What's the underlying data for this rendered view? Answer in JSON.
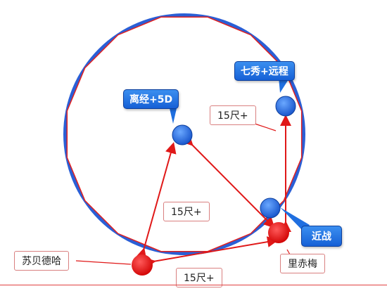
{
  "colors": {
    "blue_unit": "#1f6fe0",
    "red_unit": "#e01010",
    "arrow": "#e01818",
    "circle_fill": "#2a5fd6",
    "polygon_stroke": "#e02020",
    "callout_blue": "#2a7ae8"
  },
  "labels": {
    "li_jing": "离经+5D",
    "qi_xiu": "七秀+远程",
    "jin_zhan": "近战",
    "su_bei_de_ha": "苏贝德哈",
    "li_chi_mei": "里赤梅",
    "dist_top_right": "15尺+",
    "dist_middle": "15尺+",
    "dist_bottom": "15尺+"
  }
}
